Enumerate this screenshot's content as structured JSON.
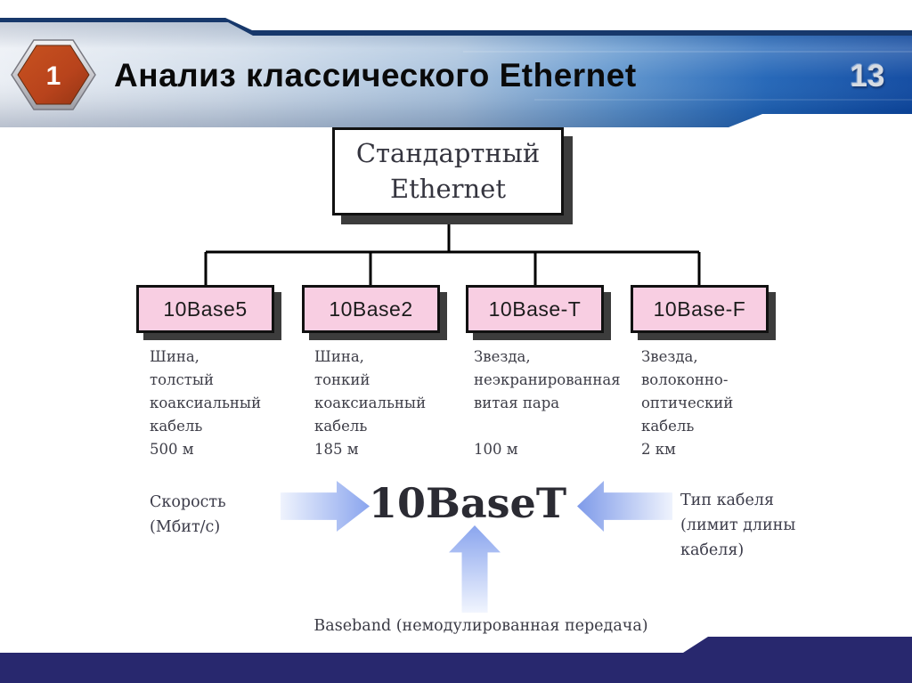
{
  "slide": {
    "badge_number": "1",
    "title": "Анализ классического Ethernet",
    "page_number": "13"
  },
  "diagram": {
    "root_box": {
      "line1": "Стандартный",
      "line2": "Ethernet"
    },
    "branches": [
      {
        "label": "10Base5",
        "description": [
          "Шина,",
          "толстый",
          "коаксиальный",
          "кабель",
          "500 м"
        ]
      },
      {
        "label": "10Base2",
        "description": [
          "Шина,",
          "тонкий",
          "коаксиальный",
          "кабель",
          "185 м"
        ]
      },
      {
        "label": "10Base-T",
        "description": [
          "Звезда,",
          "неэкранированная",
          "витая пара",
          "",
          "100 м"
        ]
      },
      {
        "label": "10Base-F",
        "description": [
          "Звезда,",
          "волоконно-",
          "оптический",
          "кабель",
          "2 км"
        ]
      }
    ],
    "labels": {
      "center_text": "10BaseT",
      "speed": [
        "Скорость",
        "(Мбит/с)"
      ],
      "cable": [
        "Тип кабеля",
        "(лимит длины",
        "кабеля)"
      ],
      "baseband": "Baseband (немодулированная передача)"
    }
  },
  "colors": {
    "header_blue_dark": "#0c47a0",
    "header_line_navy": "#17386b",
    "footer_navy": "#28286e",
    "box_pink": "#f8cee2",
    "box_shadow_gray": "#3c3c3c",
    "arrow_blue": "#8aa5ee",
    "badge_orange": "#b8431c",
    "page_number_silver": "#d6dbe2"
  }
}
